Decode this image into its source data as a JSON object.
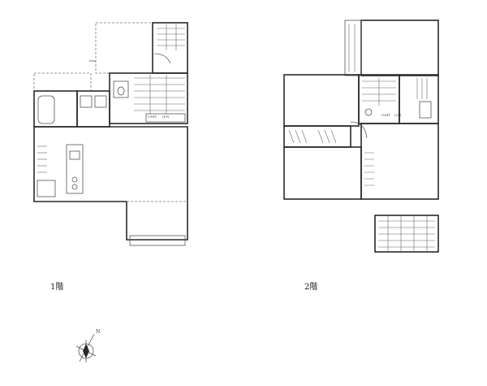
{
  "labels": {
    "floor1": "1階",
    "floor2": "2階",
    "north": "N",
    "note1": "UNIT",
    "note2": "(1F)",
    "note3": "UNIT",
    "note4": "(2F)"
  }
}
